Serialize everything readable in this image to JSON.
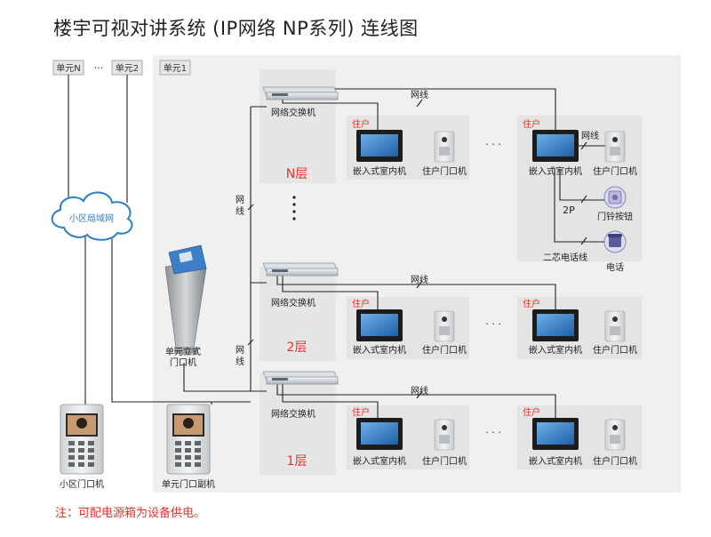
{
  "title": "楼宇可视对讲系统 (IP网络 NP系列) 连线图",
  "note": "注：可配电源箱为设备供电。",
  "tags": {
    "unit_n": "单元N",
    "dots": "···",
    "unit_2": "单元2",
    "unit_1": "单元1"
  },
  "labels": {
    "lan": "小区局域网",
    "switch": "网络交换机",
    "resident": "住户",
    "indoor": "嵌入式室内机",
    "door": "住户门口机",
    "floor_n": "N层",
    "floor_2": "2层",
    "floor_1": "1层",
    "cable": "网线",
    "cable_v1": "网",
    "cable_v2": "线",
    "twop": "2P",
    "twocore": "二芯电话线",
    "bell": "门铃按钮",
    "phone": "电话",
    "unit_stand_1": "单元立式",
    "unit_stand_2": "门口机",
    "community_door": "小区门口机",
    "unit_sub": "单元门口副机",
    "ellipsis": "· · ·"
  },
  "colors": {
    "accent_red": "#e8322b",
    "lan_blue": "#2f7fc5",
    "panel_gray": "#f0f0f0",
    "floor_gray": "#e6e6e6"
  }
}
